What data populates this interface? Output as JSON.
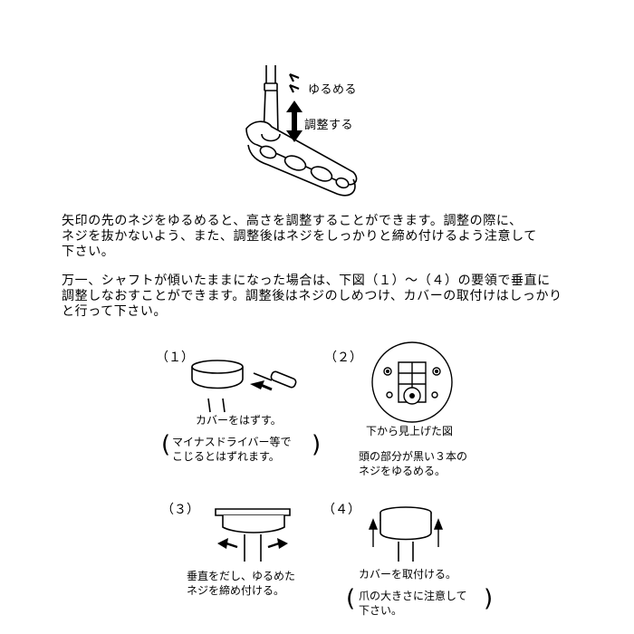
{
  "top": {
    "loosen_label": "ゆるめる",
    "adjust_label": "調整する"
  },
  "paragraphs": {
    "p1": "矢印の先のネジをゆるめると、高さを調整することができます。調整の際に、\nネジを抜かないよう、また、調整後はネジをしっかりと締め付けるよう注意して\n下さい。",
    "p2": "万一、シャフトが傾いたままになった場合は、下図（１）～（４）の要領で垂直に\n調整しなおすことができます。調整後はネジのしめつけ、カバーの取付けはしっかり\nと行って下さい。"
  },
  "steps": [
    {
      "number": "（１）",
      "caption": "カバーをはずす。",
      "note": "マイナスドライバー等で\nこじるとはずれます。"
    },
    {
      "number": "（２）",
      "caption": "下から見上げた図",
      "note": "頭の部分が黒い３本の\nネジをゆるめる。"
    },
    {
      "number": "（３）",
      "caption": "垂直をだし、ゆるめた\nネジを締め付ける。"
    },
    {
      "number": "（４）",
      "caption": "カバーを取付ける。",
      "note": "爪の大きさに注意して\n下さい。"
    }
  ]
}
